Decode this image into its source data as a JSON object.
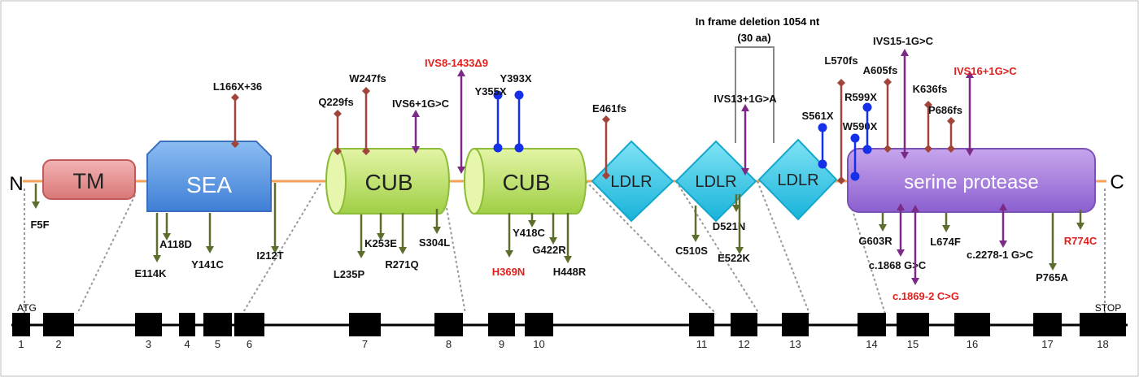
{
  "protein": {
    "n_term": "N",
    "c_term": "C",
    "domains": [
      {
        "id": "tm",
        "label": "TM"
      },
      {
        "id": "sea",
        "label": "SEA"
      },
      {
        "id": "cub1",
        "label": "CUB"
      },
      {
        "id": "cub2",
        "label": "CUB"
      },
      {
        "id": "ldlr1",
        "label": "LDLR"
      },
      {
        "id": "ldlr2",
        "label": "LDLR"
      },
      {
        "id": "ldlr3",
        "label": "LDLR"
      },
      {
        "id": "serine",
        "label": "serine protease"
      }
    ]
  },
  "deletion": {
    "line1": "In frame deletion 1054 nt",
    "line2": "(30 aa)"
  },
  "colors": {
    "frameshift": "#a1453a",
    "nonsense": "#1530e8",
    "splice": "#7b2a86",
    "missense": "#5d6e2c",
    "highlight_red": "#e0201c",
    "backbone": "#f4a15a"
  },
  "mutations_above": [
    {
      "label": "L166X+36",
      "type": "frameshift",
      "red": false
    },
    {
      "label": "Q229fs",
      "type": "frameshift",
      "red": false
    },
    {
      "label": "W247fs",
      "type": "frameshift",
      "red": false
    },
    {
      "label": "IVS6+1G>C",
      "type": "splice",
      "red": false
    },
    {
      "label": "IVS8-1433Δ9",
      "type": "splice",
      "red": true
    },
    {
      "label": "Y355X",
      "type": "nonsense",
      "red": false
    },
    {
      "label": "Y393X",
      "type": "nonsense",
      "red": false
    },
    {
      "label": "E461fs",
      "type": "frameshift",
      "red": false
    },
    {
      "label": "IVS13+1G>A",
      "type": "splice",
      "red": false
    },
    {
      "label": "S561X",
      "type": "nonsense",
      "red": false
    },
    {
      "label": "L570fs",
      "type": "frameshift",
      "red": false
    },
    {
      "label": "W590X",
      "type": "nonsense",
      "red": false
    },
    {
      "label": "R599X",
      "type": "nonsense",
      "red": false
    },
    {
      "label": "A605fs",
      "type": "frameshift",
      "red": false
    },
    {
      "label": "IVS15-1G>C",
      "type": "splice",
      "red": false
    },
    {
      "label": "K636fs",
      "type": "frameshift",
      "red": false
    },
    {
      "label": "P686fs",
      "type": "frameshift",
      "red": false
    },
    {
      "label": "IVS16+1G>C",
      "type": "splice",
      "red": true
    }
  ],
  "mutations_below": [
    {
      "label": "F5F",
      "type": "missense",
      "red": false
    },
    {
      "label": "A118D",
      "type": "missense",
      "red": false
    },
    {
      "label": "E114K",
      "type": "missense",
      "red": false
    },
    {
      "label": "Y141C",
      "type": "missense",
      "red": false
    },
    {
      "label": "I212T",
      "type": "missense",
      "red": false
    },
    {
      "label": "L235P",
      "type": "missense",
      "red": false
    },
    {
      "label": "K253E",
      "type": "missense",
      "red": false
    },
    {
      "label": "R271Q",
      "type": "missense",
      "red": false
    },
    {
      "label": "S304L",
      "type": "missense",
      "red": false
    },
    {
      "label": "H369N",
      "type": "missense",
      "red": true
    },
    {
      "label": "Y418C",
      "type": "missense",
      "red": false
    },
    {
      "label": "G422R",
      "type": "missense",
      "red": false
    },
    {
      "label": "H448R",
      "type": "missense",
      "red": false
    },
    {
      "label": "C510S",
      "type": "missense",
      "red": false
    },
    {
      "label": "D521N",
      "type": "missense",
      "red": false
    },
    {
      "label": "E522K",
      "type": "missense",
      "red": false
    },
    {
      "label": "G603R",
      "type": "missense",
      "red": false
    },
    {
      "label": "c.1868 G>C",
      "type": "splice",
      "red": false
    },
    {
      "label": "c.1869-2 C>G",
      "type": "splice",
      "red": true
    },
    {
      "label": "L674F",
      "type": "missense",
      "red": false
    },
    {
      "label": "c.2278-1 G>C",
      "type": "splice",
      "red": false
    },
    {
      "label": "P765A",
      "type": "missense",
      "red": false
    },
    {
      "label": "R774C",
      "type": "missense",
      "red": true
    }
  ],
  "gene": {
    "start_label": "ATG",
    "stop_label": "STOP",
    "exons": [
      "1",
      "2",
      "3",
      "4",
      "5",
      "6",
      "7",
      "8",
      "9",
      "10",
      "11",
      "12",
      "13",
      "14",
      "15",
      "16",
      "17",
      "18"
    ]
  }
}
